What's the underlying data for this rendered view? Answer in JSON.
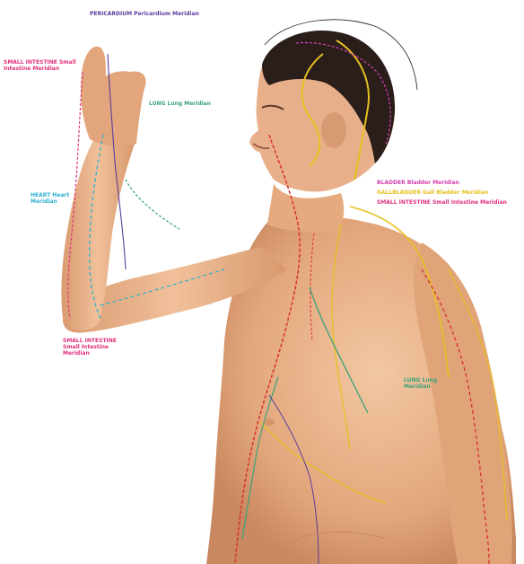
{
  "labels": {
    "pericardium_top": "PERICARDIUM Pericardium Meridian",
    "small_intestine_upper": "SMALL INTESTINE Small Intestine Meridian",
    "lung_upper": "LUNG Lung Meridian",
    "heart": "HEART Heart Meridian",
    "bladder": "BLADDER Bladder Meridian",
    "gallbladder": "GALLBLADDER Gall Bladder Meridian",
    "small_intestine_right": "SMALL INTESTINE Small Intestine Meridian",
    "small_intestine_lower": "SMALL INTESTINE Small Intestine Meridian",
    "lung_lower": "LUNG Lung Meridian"
  },
  "colors": {
    "pericardium": "#5a3c9a",
    "small_intestine": "#e0307a",
    "lung": "#3aa37a",
    "heart": "#2fb0d0",
    "bladder": "#d43fb0",
    "gallbladder": "#e6c020",
    "stomach": "#d93030",
    "skin": "#e8b48a",
    "hair": "#2a1e1a"
  }
}
